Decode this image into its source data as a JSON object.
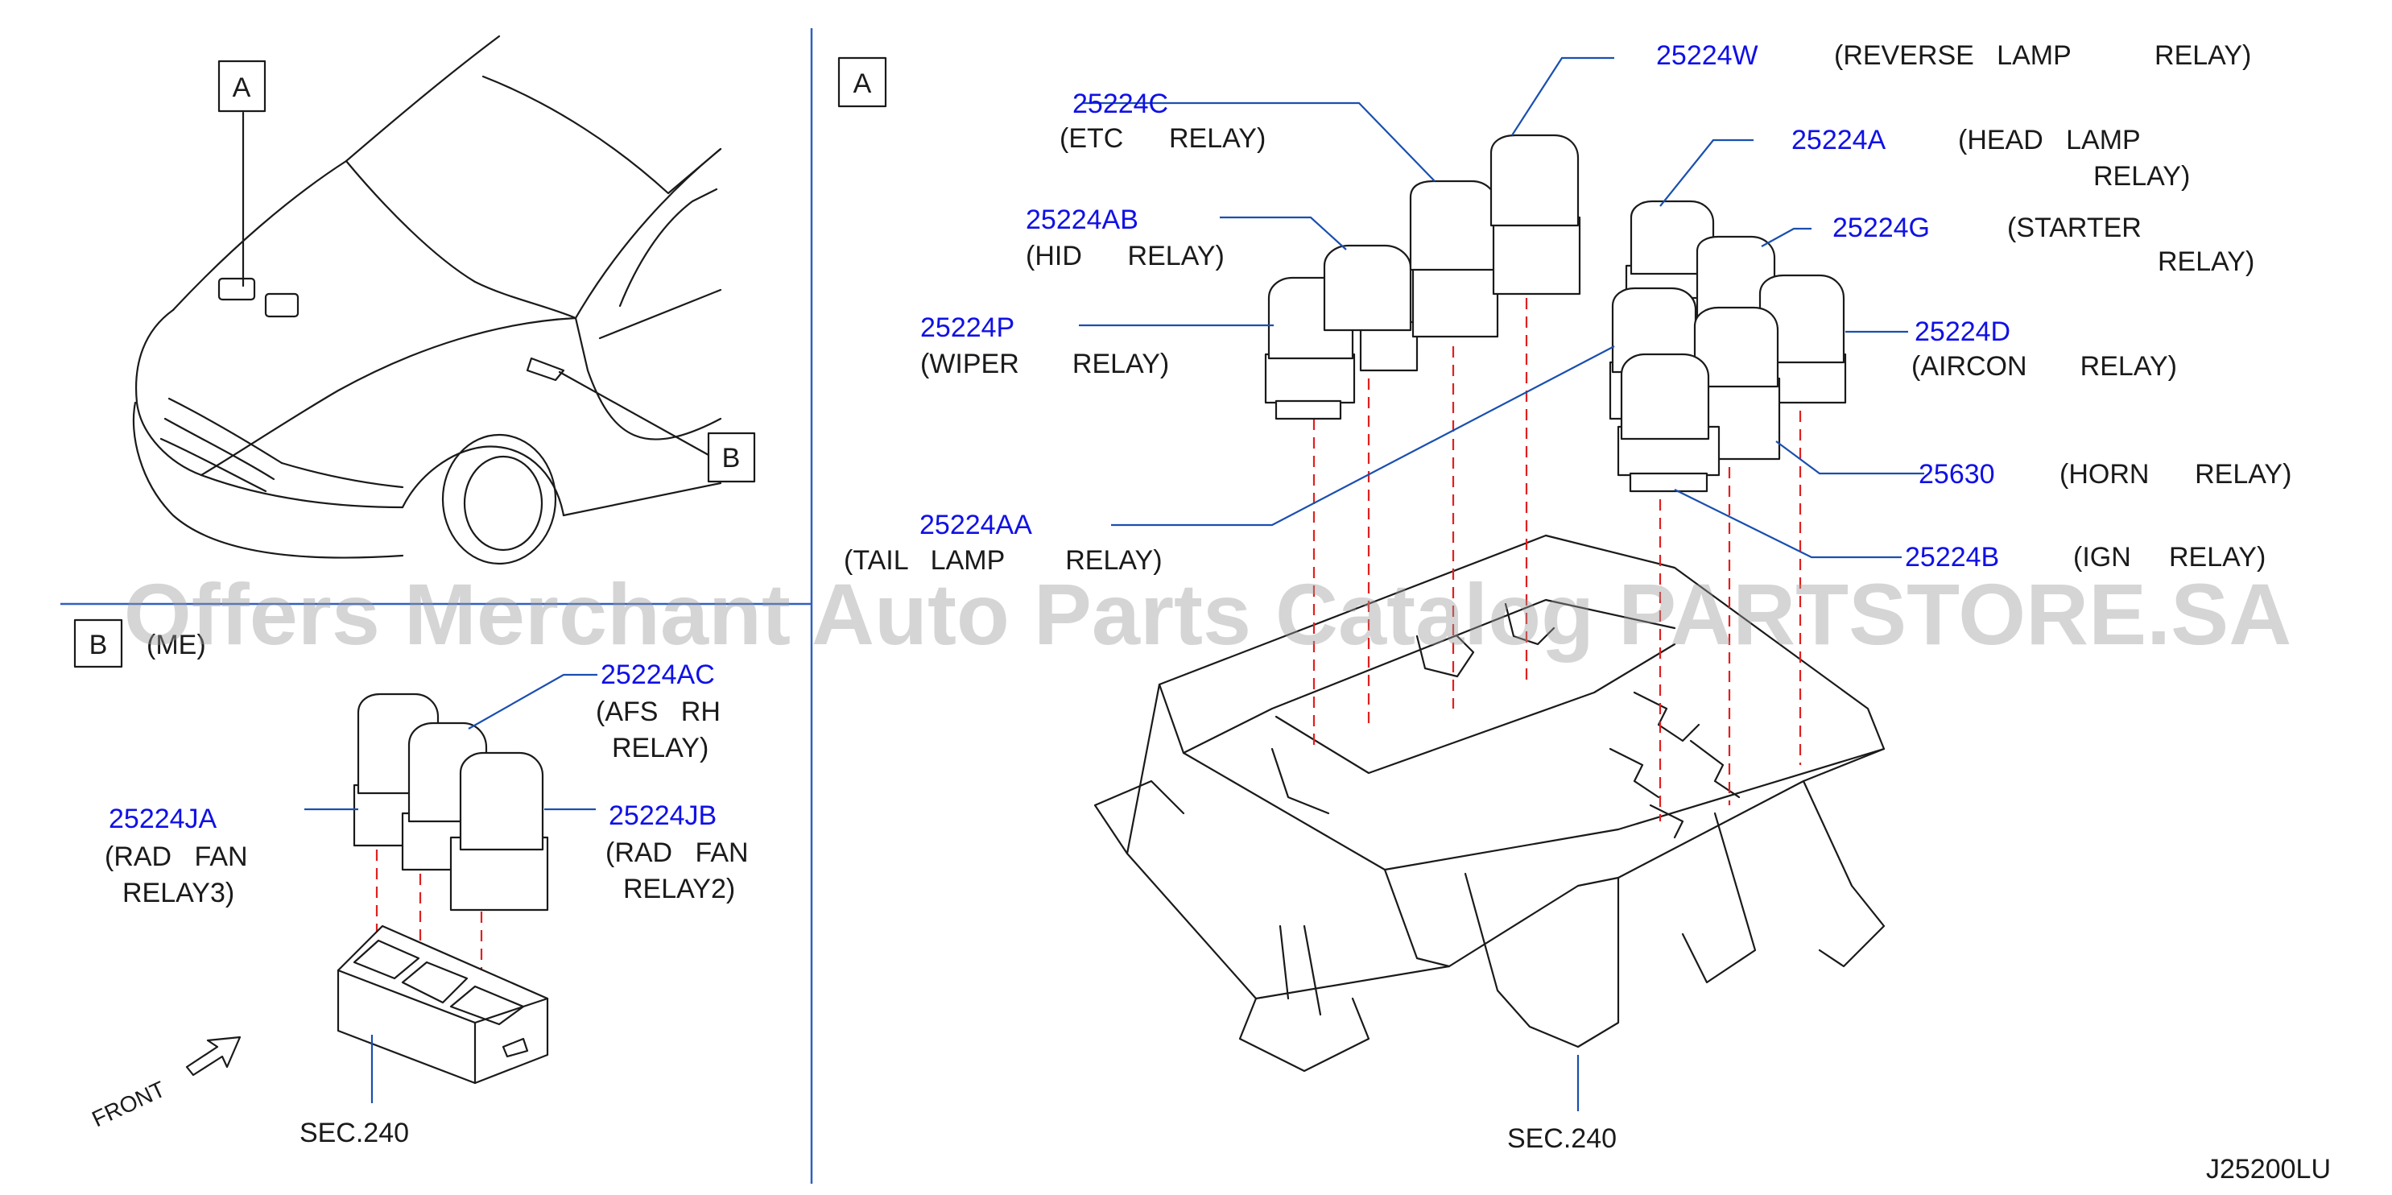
{
  "views": {
    "car": {
      "callout_a": "A",
      "callout_b": "B"
    },
    "view_a": {
      "tag": "A",
      "relays": [
        {
          "id": "25224W",
          "desc": [
            "(REVERSE   LAMP           RELAY)"
          ]
        },
        {
          "id": "25224C",
          "desc": [
            "(ETC      RELAY)"
          ]
        },
        {
          "id": "25224A",
          "desc": [
            "(HEAD   LAMP",
            "RELAY)"
          ]
        },
        {
          "id": "25224AB",
          "desc": [
            "(HID      RELAY)"
          ]
        },
        {
          "id": "25224G",
          "desc": [
            "(STARTER",
            "RELAY)"
          ]
        },
        {
          "id": "25224P",
          "desc": [
            "(WIPER       RELAY)"
          ]
        },
        {
          "id": "25224D",
          "desc": [
            "(AIRCON       RELAY)"
          ]
        },
        {
          "id": "25630",
          "desc": [
            "(HORN      RELAY)"
          ]
        },
        {
          "id": "25224AA",
          "desc": [
            "(TAIL   LAMP        RELAY)"
          ]
        },
        {
          "id": "25224B",
          "desc": [
            "(IGN     RELAY)"
          ]
        }
      ],
      "sec": "SEC.240"
    },
    "view_b": {
      "tag": "B",
      "note": "(ME)",
      "relays": [
        {
          "id": "25224AC",
          "desc": [
            "(AFS   RH",
            "RELAY)"
          ]
        },
        {
          "id": "25224JA",
          "desc": [
            "(RAD   FAN",
            "RELAY3)"
          ]
        },
        {
          "id": "25224JB",
          "desc": [
            "(RAD   FAN",
            "RELAY2)"
          ]
        }
      ],
      "front": "FRONT",
      "sec": "SEC.240"
    }
  },
  "drawing_code": "J25200LU",
  "watermark": "Offers Merchant Auto Parts Catalog PARTSTORE.SA",
  "colors": {
    "part_number": "#1010e6",
    "leader": "#1a4fb0",
    "dashed_guides": "#e02020",
    "divider": "#3060c0"
  }
}
